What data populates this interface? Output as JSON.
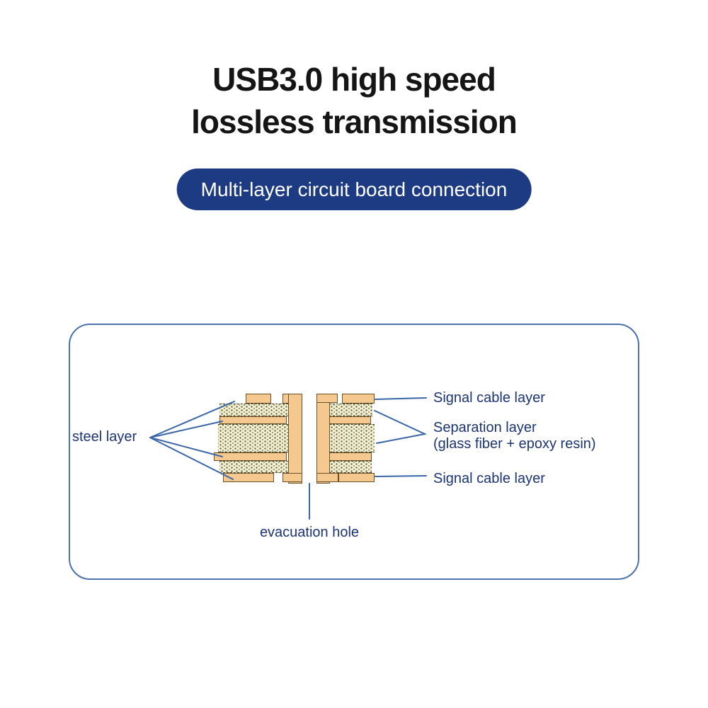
{
  "title": {
    "line1": "USB3.0 high speed",
    "line2": "lossless transmission"
  },
  "badge": {
    "label": "Multi-layer circuit board connection"
  },
  "diagram": {
    "labels": {
      "steel_layer": "steel layer",
      "signal_top": "Signal cable layer",
      "separation_line1": "Separation layer",
      "separation_line2": "(glass fiber + epoxy resin)",
      "signal_bottom": "Signal cable layer",
      "evacuation": "evacuation hole"
    }
  },
  "colors": {
    "title_text": "#151515",
    "badge_bg": "#1d3b82",
    "badge_text": "#ffffff",
    "panel_border": "#4a72ad",
    "line": "#3a66a8",
    "label_text": "#1b3474",
    "copper": "#f4c88f",
    "copper_outline": "#6b5226",
    "fiber_bg": "#f4f0d4",
    "fiber_dot": "#6e6e4b",
    "fiber_dot2": "#9a9a6f"
  }
}
